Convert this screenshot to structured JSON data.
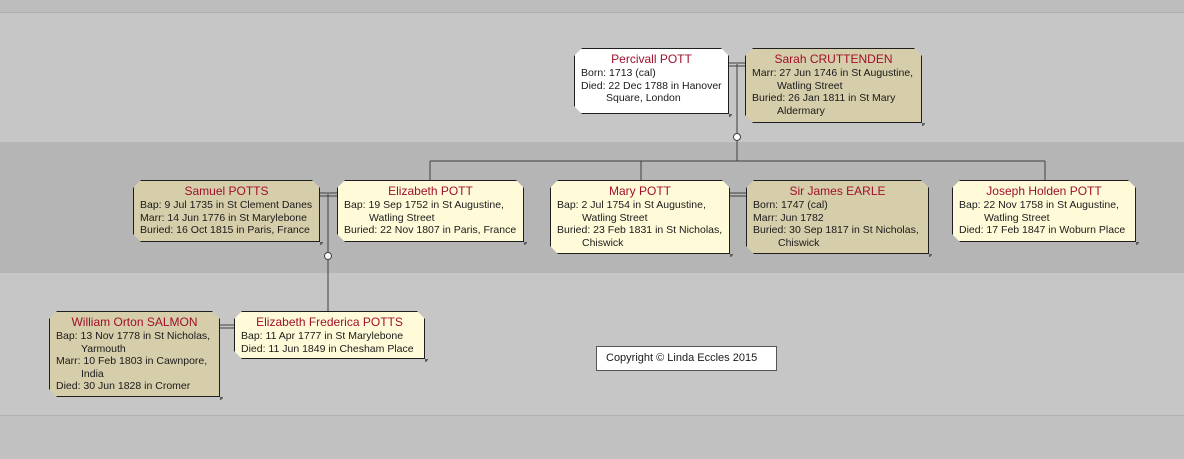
{
  "people": {
    "percivall": {
      "name": "Percivall POTT",
      "facts": [
        {
          "text": "Born: 1713 (cal)"
        },
        {
          "text": "Died: 22 Dec 1788 in Hanover",
          "cont": "Square, London"
        }
      ]
    },
    "sarah": {
      "name": "Sarah CRUTTENDEN",
      "facts": [
        {
          "text": "Marr: 27 Jun 1746 in St Augustine,",
          "cont": "Watling Street"
        },
        {
          "text": "Buried: 26 Jan 1811 in St Mary",
          "cont": "Aldermary"
        }
      ]
    },
    "samuel": {
      "name": "Samuel POTTS",
      "facts": [
        {
          "text": "Bap: 9 Jul 1735 in St Clement Danes"
        },
        {
          "text": "Marr: 14 Jun 1776 in St Marylebone"
        },
        {
          "text": "Buried: 16 Oct 1815 in Paris, France"
        }
      ]
    },
    "elizabeth": {
      "name": "Elizabeth POTT",
      "facts": [
        {
          "text": "Bap: 19 Sep 1752 in St Augustine,",
          "cont": "Watling Street"
        },
        {
          "text": "Buried: 22 Nov 1807 in Paris, France"
        }
      ]
    },
    "mary": {
      "name": "Mary POTT",
      "facts": [
        {
          "text": "Bap: 2 Jul 1754 in St Augustine,",
          "cont": "Watling Street"
        },
        {
          "text": "Buried: 23 Feb 1831 in St Nicholas,",
          "cont": "Chiswick"
        }
      ]
    },
    "james": {
      "name": "Sir James EARLE",
      "facts": [
        {
          "text": "Born: 1747 (cal)"
        },
        {
          "text": "Marr: Jun 1782"
        },
        {
          "text": "Buried: 30 Sep 1817 in St Nicholas,",
          "cont": "Chiswick"
        }
      ]
    },
    "joseph": {
      "name": "Joseph Holden POTT",
      "facts": [
        {
          "text": "Bap: 22 Nov 1758 in St Augustine,",
          "cont": "Watling Street"
        },
        {
          "text": "Died: 17 Feb 1847 in Woburn Place"
        }
      ]
    },
    "william": {
      "name": "William Orton SALMON",
      "facts": [
        {
          "text": "Bap: 13 Nov 1778 in St Nicholas,",
          "cont": "Yarmouth"
        },
        {
          "text": "Marr: 10 Feb 1803 in Cawnpore,",
          "cont": "India"
        },
        {
          "text": "Died: 30 Jun 1828 in Cromer"
        }
      ]
    },
    "elizabeth_frederica": {
      "name": "Elizabeth Frederica POTTS",
      "facts": [
        {
          "text": "Bap: 11 Apr 1777 in St Marylebone"
        },
        {
          "text": "Died: 11 Jun 1849 in Chesham Place"
        }
      ]
    }
  },
  "copyright": "Copyright © Linda Eccles 2015",
  "colors": {
    "name_text": "#a0102a",
    "spouse_fill": "#d6cdaa",
    "blood_fill": "#fffbd9",
    "focus_fill": "#ffffff",
    "connector": "#404040"
  }
}
